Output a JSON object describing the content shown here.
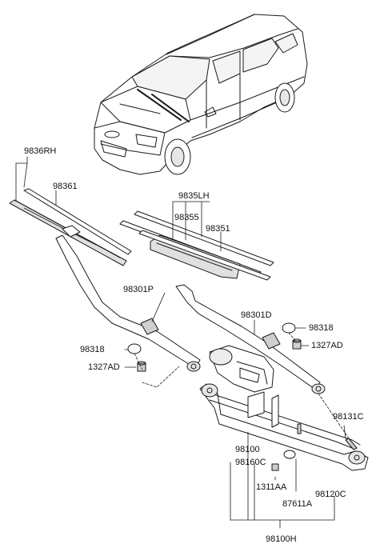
{
  "labels": {
    "blade_rh": "9836RH",
    "refill_rh": "98361",
    "blade_lh": "9835LH",
    "refill_lh_a": "98355",
    "refill_lh_b": "98351",
    "arm_passenger": "98301P",
    "arm_driver": "98301D",
    "cap_right": "98318",
    "nut_right": "1327AD",
    "cap_left": "98318",
    "nut_left": "1327AD",
    "bolt": "98131C",
    "motor": "98100",
    "link_assy": "98160C",
    "bolt_mount": "1311AA",
    "grommet": "87611A",
    "linkage": "98120C",
    "wiper_assy": "98100H"
  },
  "colors": {
    "line": "#1a1a1a",
    "metal": "#d9d9d9",
    "dark": "#555555"
  }
}
